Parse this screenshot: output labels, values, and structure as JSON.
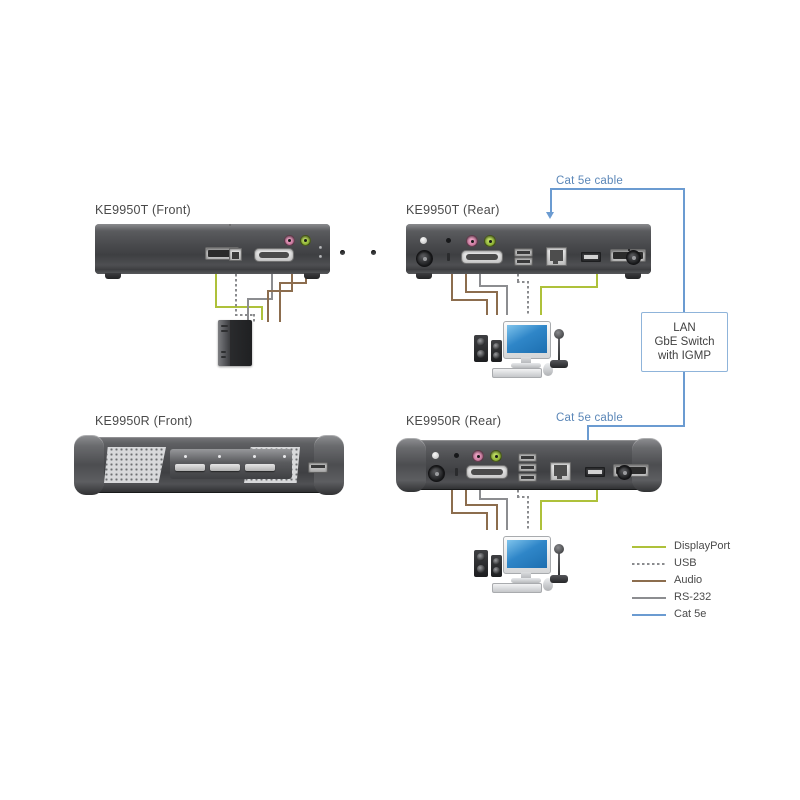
{
  "diagram": {
    "devices": [
      {
        "id": "tx-front",
        "label": "KE9950T (Front)"
      },
      {
        "id": "tx-rear",
        "label": "KE9950T (Rear)"
      },
      {
        "id": "rx-front",
        "label": "KE9950R (Front)"
      },
      {
        "id": "rx-rear",
        "label": "KE9950R (Rear)"
      }
    ],
    "cable_labels": [
      {
        "id": "cat5e-top",
        "text": "Cat 5e cable"
      },
      {
        "id": "cat5e-bottom",
        "text": "Cat 5e cable"
      }
    ],
    "lan_switch": {
      "line1": "LAN",
      "line2": "GbE Switch",
      "line3": "with IGMP"
    },
    "legend": {
      "items": [
        {
          "label": "DisplayPort",
          "color": "#aec13a",
          "style": "solid"
        },
        {
          "label": "USB",
          "color": "#8a8b8e",
          "style": "dotted"
        },
        {
          "label": "Audio",
          "color": "#8c6d4e",
          "style": "solid"
        },
        {
          "label": "RS-232",
          "color": "#8c8d90",
          "style": "solid"
        },
        {
          "label": "Cat 5e",
          "color": "#6b9bd1",
          "style": "solid"
        }
      ]
    },
    "colors": {
      "displayport": "#aec13a",
      "usb": "#8a8b8e",
      "audio": "#8c6d4e",
      "rs232": "#8c8d90",
      "cat5e": "#6b9bd1",
      "label_text": "#4a4a4a",
      "cat_label_text": "#5b87b8",
      "background": "#ffffff"
    }
  }
}
